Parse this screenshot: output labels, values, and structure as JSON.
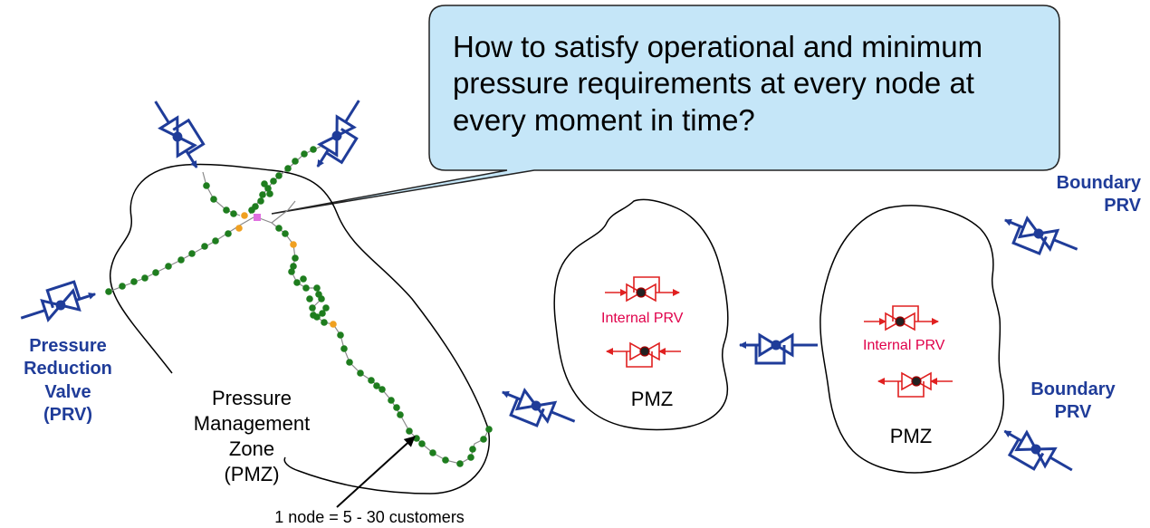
{
  "callout": {
    "text": "How to satisfy operational and minimum pressure requirements at every node at every moment in time?"
  },
  "labels": {
    "prv_left": [
      "Pressure",
      "Reduction",
      "Valve",
      "(PRV)"
    ],
    "pmz_main": [
      "Pressure",
      "Management Zone",
      "(PMZ)"
    ],
    "node_note": "1 node = 5 - 30 customers",
    "pmz_middle": "PMZ",
    "pmz_right": "PMZ",
    "internal_prv_middle": "Internal PRV",
    "internal_prv_right": "Internal PRV",
    "boundary_prv_top": [
      "Boundary",
      "PRV"
    ],
    "boundary_prv_bottom": [
      "Boundary",
      "PRV"
    ]
  },
  "colors": {
    "valve_blue": "#1f3c99",
    "valve_red": "#e02020",
    "node_green": "#1e7d1e",
    "node_orange": "#f0a020",
    "node_pink": "#e070e0",
    "callout_fill": "#c5e6f8",
    "label_red": "#e0004a"
  }
}
